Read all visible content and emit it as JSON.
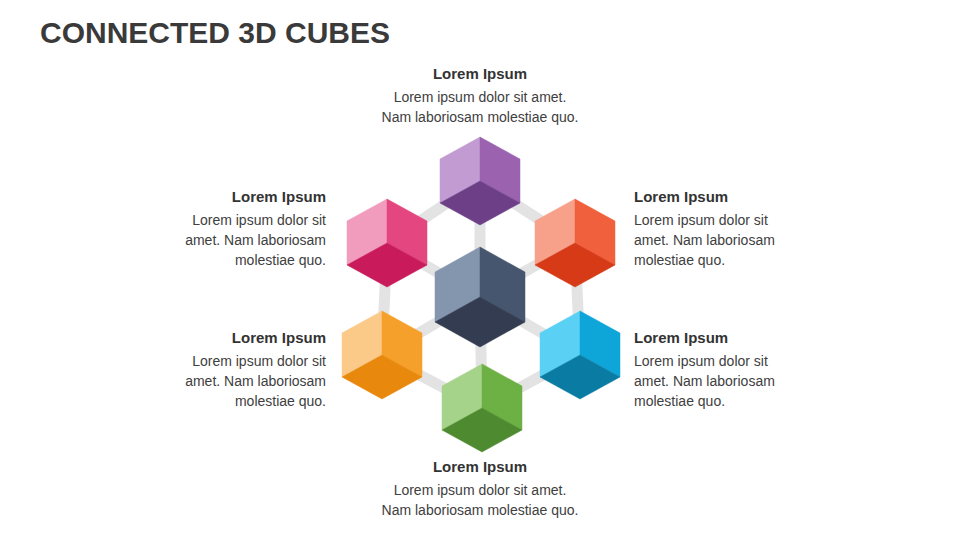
{
  "diagram": {
    "title": "CONNECTED 3D CUBES",
    "nodes": [
      {
        "text": [
          "Lorem Ipsum",
          "Lorem ipsum dolor sit amet. Nam laboriosam molestiae quo."
        ]
      },
      {
        "text": [
          "Lorem Ipsum",
          "Lorem ipsum dolor sit amet. Nam laboriosam molestiae quo."
        ]
      },
      {
        "text": [
          "Lorem Ipsum",
          "Lorem ipsum dolor sit amet. Nam laboriosam molestiae quo."
        ]
      },
      {
        "text": [
          "Lorem Ipsum",
          "Lorem ipsum dolor sit amet. Nam laboriosam molestiae quo."
        ]
      },
      {
        "text": [
          "Lorem Ipsum",
          "Lorem ipsum dolor sit amet. Nam laboriosam molestiae quo."
        ]
      },
      {
        "text": [
          "Lorem Ipsum",
          "Lorem ipsum dolor sit amet. Nam laboriosam molestiae quo."
        ]
      }
    ],
    "edges": [
      {
        "from": 0,
        "to": 2,
        "arrow": "none"
      },
      {
        "from": 2,
        "to": 4,
        "arrow": "none"
      },
      {
        "from": 4,
        "to": 5,
        "arrow": "none"
      },
      {
        "from": 5,
        "to": 3,
        "arrow": "none"
      },
      {
        "from": 3,
        "to": 1,
        "arrow": "none"
      },
      {
        "from": 1,
        "to": 0,
        "arrow": "none"
      }
    ]
  }
}
